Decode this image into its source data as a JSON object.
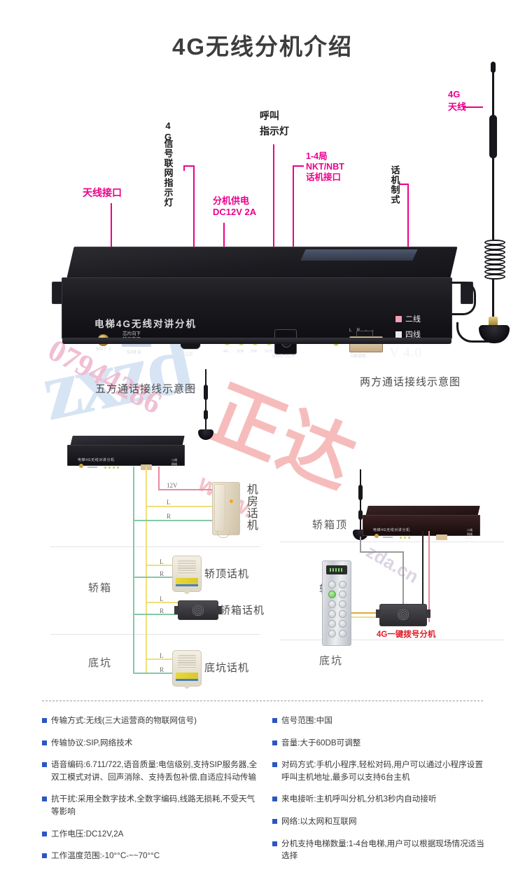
{
  "page": {
    "title": "4G无线分机介绍"
  },
  "watermarks": {
    "brand_latin": "zxzd",
    "phone": "07944286",
    "brand_cn": "正达",
    "www": "www.",
    "domain_tail": "zda.cn"
  },
  "callouts": [
    {
      "id": "antenna-port",
      "label": "天线接口",
      "color": "#ec008c"
    },
    {
      "id": "4g-signal-led",
      "label": "4G\n信号联网指示灯",
      "color": "#1a1a1a"
    },
    {
      "id": "power-input",
      "label": "分机供电\nDC12V 2A",
      "color": "#ec008c"
    },
    {
      "id": "call-led",
      "label": "呼叫\n指示灯",
      "color": "#1a1a1a"
    },
    {
      "id": "phone-port",
      "label": "1-4局\nNKT/NBT\n话机接口",
      "color": "#ec008c"
    },
    {
      "id": "phone-mode",
      "label": "话机制式",
      "color": "#1a1a1a"
    },
    {
      "id": "4g-antenna",
      "label": "4G\n天线",
      "color": "#ec008c"
    }
  ],
  "callout_texts": {
    "antenna_port": "天线接口",
    "signal_led_line1": "4G",
    "signal_led_line2": "信号联网指示灯",
    "power_line1": "分机供电",
    "power_line2": "DC12V 2A",
    "call_led_line1": "呼叫",
    "call_led_line2": "指示灯",
    "phone_port_line1": "1-4局",
    "phone_port_line2": "NKT/NBT",
    "phone_port_line3": "话机接口",
    "phone_mode": "话机制式",
    "antenna_line1": "4G",
    "antenna_line2": "天线"
  },
  "device": {
    "brand_text": "电梯4G无线对讲分机",
    "ant_label": "ANT 1",
    "sim_note": "芯片向下\n缺口向里",
    "sim_label": "SIM卡",
    "usb_label": "USB",
    "led_labels": [
      "4G",
      "SIM",
      "SIP",
      "SYS"
    ],
    "dc_label": "DNS  12V",
    "connector_label": "1局话机",
    "mode_two": "二线",
    "mode_four": "四线",
    "mode_two_color": "#f3a0b4",
    "mode_four_color": "#e9e9ef",
    "version": "V 4.0"
  },
  "sections": {
    "left_caption": "五方通话接线示意图",
    "right_caption": "两方通话接线示意图"
  },
  "left_diagram": {
    "zones": [
      "轿箱",
      "底坑"
    ],
    "wire_labels": {
      "power": "12V",
      "left": "L",
      "right": "R"
    },
    "devices": [
      {
        "name": "机房话机"
      },
      {
        "name": "轿顶话机"
      },
      {
        "name": "轿箱话机"
      },
      {
        "name": "底坑话机"
      }
    ],
    "mini_device": {
      "brand": "电梯4G无线对讲分机",
      "mode_two": "二线",
      "mode_four": "四线",
      "version": "V4.0"
    }
  },
  "right_diagram": {
    "zones": [
      "轿箱顶",
      "轿箱",
      "底坑"
    ],
    "device_label": "4G一键拨号分机",
    "device_label_color": "#e01b24",
    "mini_device": {
      "brand": "电梯4G无线对讲分机",
      "mode_two": "二线",
      "mode_four": "四线",
      "version": "V4.0"
    }
  },
  "specs": {
    "left": [
      "传输方式:无线(三大运营商的物联网信号)",
      "传输协议:SIP,网络技术",
      "语音编码:6.711/722,语音质量:电信级别,支持SIP服务器,全双工模式对讲、回声消除、支持丢包补偿,自适应抖动传输",
      "抗干扰:采用全数字技术,全数字编码,线路无损耗,不受天气等影响",
      "工作电压:DC12V,2A",
      "工作温度范围:-10°°C-~~70°°C"
    ],
    "right": [
      "信号范围:中国",
      "音量:大于60DB可调整",
      "对码方式:手机小程序,轻松对码,用户可以通过小程序设置呼叫主机地址,最多可以支持6台主机",
      "来电接听:主机呼叫分机,分机3秒内自动接听",
      "网络:以太网和互联网",
      "分机支持电梯数量:1-4台电梯,用户可以根据现场情况适当选择"
    ],
    "bullet_color": "#2b56c4"
  }
}
